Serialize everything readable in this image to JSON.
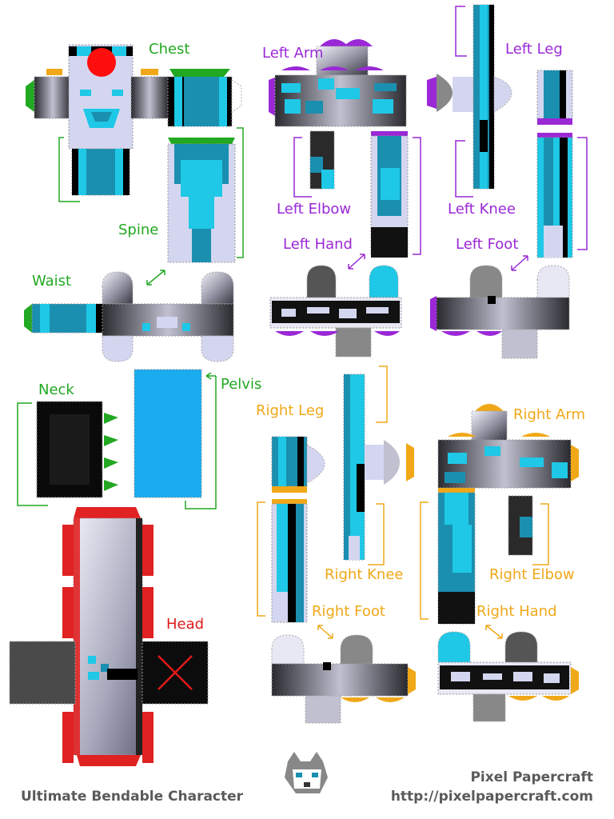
{
  "labels": {
    "chest": "Chest",
    "spine": "Spine",
    "waist": "Waist",
    "neck": "Neck",
    "pelvis": "Pelvis",
    "head": "Head",
    "left_arm": "Left Arm",
    "left_elbow": "Left Elbow",
    "left_hand": "Left Hand",
    "left_leg": "Left Leg",
    "left_knee": "Left Knee",
    "left_foot": "Left Foot",
    "right_leg": "Right Leg",
    "right_knee": "Right Knee",
    "right_foot": "Right Foot",
    "right_arm": "Right Arm",
    "right_elbow": "Right Elbow",
    "right_hand": "Right Hand"
  },
  "footer": {
    "title": "Ultimate Bendable Character",
    "brand": "Pixel Papercraft",
    "url": "http://pixelpapercraft.com"
  },
  "colors": {
    "torso_labels": "#22a822",
    "left_limb_labels": "#9a28d6",
    "right_limb_labels": "#f0a818",
    "head_label": "#e01a1a",
    "skin_cyan": "#1ec8e6",
    "skin_blue": "#1a8fb0",
    "skin_light": "#d4d6f0",
    "pelvis": "#1aacee",
    "footer_text": "#5a5a5a"
  },
  "icons": {
    "logo": "wolf-face-icon",
    "head_mark": "red-x-icon"
  }
}
